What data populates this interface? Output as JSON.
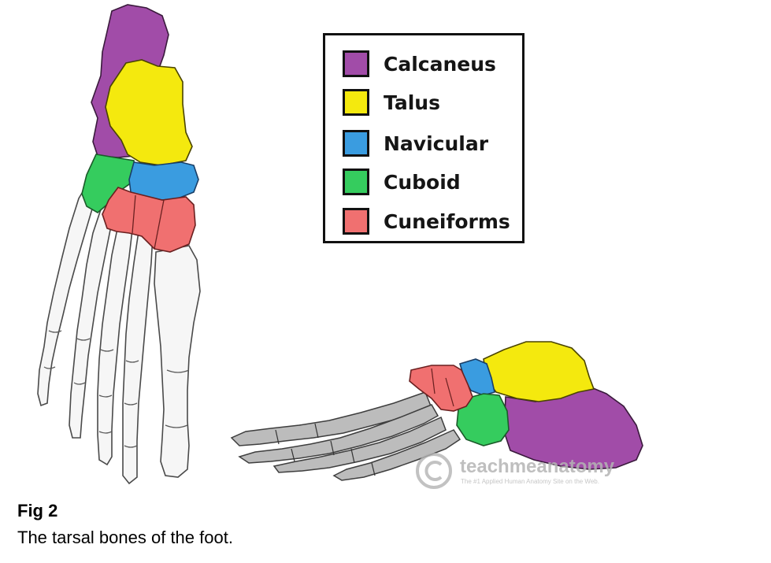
{
  "legend": {
    "items": [
      {
        "label": "Calcaneus",
        "color": "#a14ca8"
      },
      {
        "label": "Talus",
        "color": "#f4e90e"
      },
      {
        "label": "Navicular",
        "color": "#3a9ce0"
      },
      {
        "label": "Cuboid",
        "color": "#35cc5e"
      },
      {
        "label": "Cuneiforms",
        "color": "#f07070"
      }
    ]
  },
  "caption": {
    "title": "Fig 2",
    "text": "The tarsal bones of the foot."
  },
  "watermark": {
    "symbol": "©",
    "brand": "teachmeanatomy",
    "tagline": "The #1 Applied Human Anatomy Site on the Web."
  },
  "colors": {
    "calcaneus": "#a14ca8",
    "talus": "#f4e90e",
    "navicular": "#3a9ce0",
    "cuboid": "#35cc5e",
    "cuneiforms": "#f07070",
    "bone": "#f4f4f4",
    "bone_outline": "#555555",
    "bone_shade": "#8a8a8a"
  }
}
